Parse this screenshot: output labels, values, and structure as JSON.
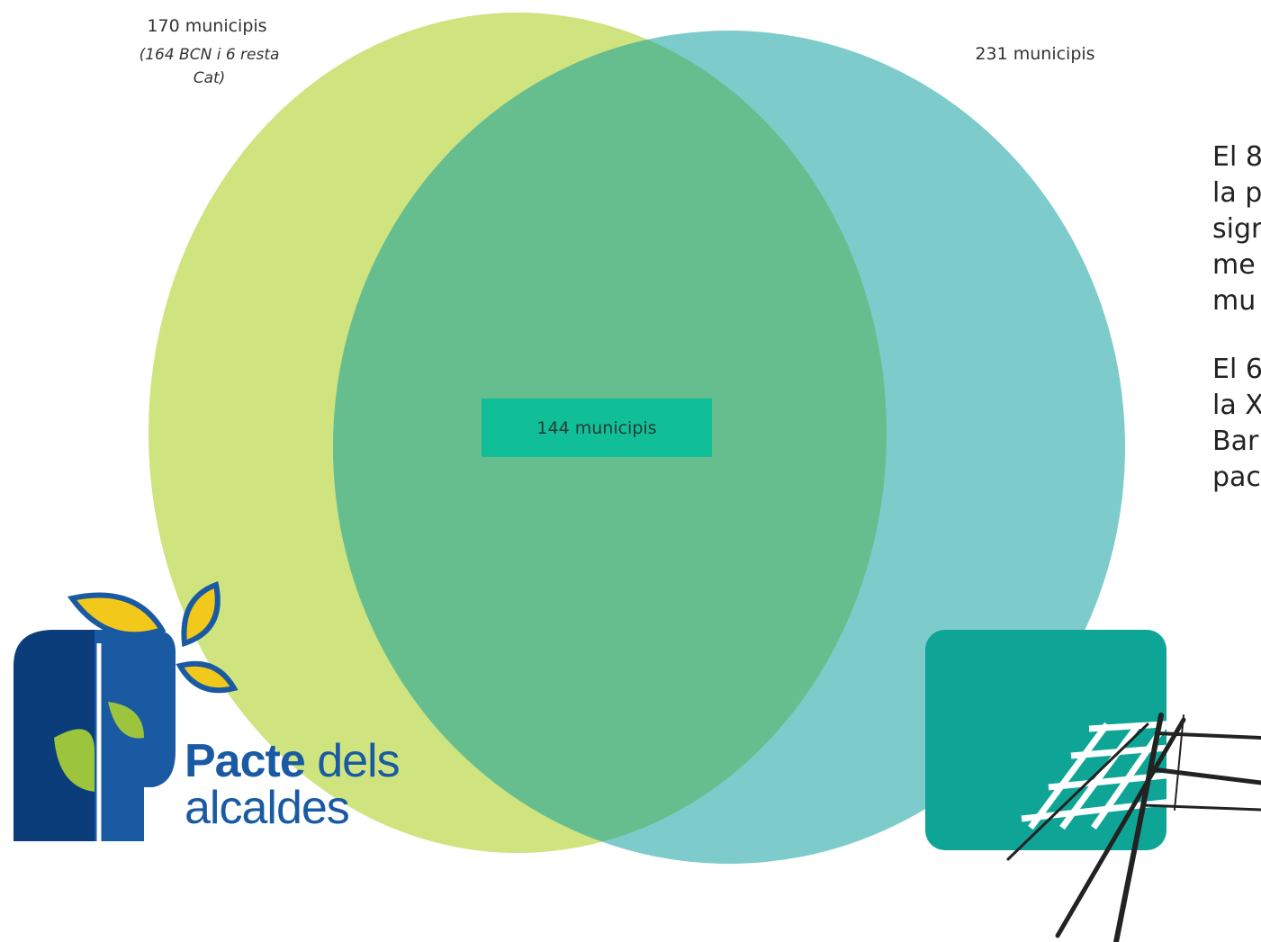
{
  "diagram": {
    "type": "venn",
    "left_set": {
      "count_label": "170 municipis",
      "note": "(164 BCN i 6 resta Cat)",
      "color": "#cfe37f"
    },
    "right_set": {
      "count_label": "231 municipis",
      "color": "#7ecbcb"
    },
    "intersection": {
      "label": "144 municipis",
      "color": "#66be8f",
      "label_box_color": "#10bf97"
    }
  },
  "side_text": {
    "para1": "El 8\nla p\nsign\nme\nmu",
    "para2": "El 6\nla X\nBar\npac"
  },
  "logos": {
    "pacte": {
      "word1": "Pacte",
      "word2": "dels",
      "word3": "alcaldes",
      "colors": {
        "navy": "#0b3d7a",
        "blue": "#1a5aa3",
        "yellow": "#f2c81a",
        "green": "#9cc43c"
      }
    },
    "xarxa": {
      "colors": {
        "teal": "#0fa596",
        "ink": "#222222"
      }
    }
  }
}
